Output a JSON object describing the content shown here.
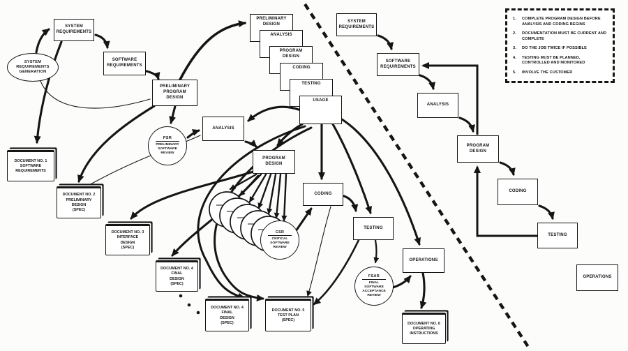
{
  "colors": {
    "ink": "#151515",
    "paper": "#fcfcfa"
  },
  "left_flow": {
    "generation": "SYSTEM\nREQUIREMENTS\nGENERATION",
    "system_requirements": "SYSTEM\nREQUIREMENTS",
    "software_requirements": "SOFTWARE\nREQUIREMENTS",
    "preliminary_program_design": "PRELIMINARY\nPROGRAM\nDESIGN",
    "analysis": "ANALYSIS",
    "program_design": "PROGRAM\nDESIGN",
    "coding": "CODING",
    "testing": "TESTING",
    "operations": "OPERATIONS"
  },
  "cascade": {
    "boxes": [
      "PRELIMINARY\nDESIGN",
      "ANALYSIS",
      "PROGRAM\nDESIGN",
      "CODING",
      "TESTING",
      "USAGE"
    ]
  },
  "reviews": {
    "psr": {
      "abbr": "PSR",
      "label": "PRELIMINARY\nSOFTWARE\nREVIEW"
    },
    "csr": {
      "abbr": "CSR",
      "label": "CRITICAL\nSOFTWARE\nREVIEW"
    },
    "fsar": {
      "abbr": "FSAR",
      "label": "FINAL\nSOFTWARE\nACCEPTANCE\nREVIEW"
    }
  },
  "documents": {
    "doc1": "DOCUMENT NO. 1\nSOFTWARE\nREQUIREMENTS",
    "doc2": "DOCUMENT NO. 2\nPRELIMINARY\nDESIGN\n(SPEC)",
    "doc3": "DOCUMENT NO. 3\nINTERFACE\nDESIGN\n(SPEC)",
    "doc4a": "DOCUMENT NO. 4\nFINAL\nDESIGN\n(SPEC)",
    "doc4b": "DOCUMENT NO. 4\nFINAL\nDESIGN\n(SPEC)",
    "doc5": "DOCUMENT NO. 5\nTEST PLAN\n(SPEC)",
    "doc6": "DOCUMENT NO. 6\nOPERATING\nINSTRUCTIONS"
  },
  "right_flow": {
    "system_requirements": "SYSTEM\nREQUIREMENTS",
    "software_requirements": "SOFTWARE\nREQUIREMENTS",
    "analysis": "ANALYSIS",
    "program_design": "PROGRAM\nDESIGN",
    "coding": "CODING",
    "testing": "TESTING",
    "operations": "OPERATIONS"
  },
  "legend": {
    "items": [
      {
        "num": "1.",
        "text": "COMPLETE PROGRAM DESIGN BEFORE ANALYSIS AND CODING BEGINS"
      },
      {
        "num": "2.",
        "text": "DOCUMENTATION MUST BE CURRENT AND COMPLETE"
      },
      {
        "num": "3.",
        "text": "DO THE JOB TWICE IF POSSIBLE"
      },
      {
        "num": "4.",
        "text": "TESTING MUST BE PLANNED, CONTROLLED AND MONITORED"
      },
      {
        "num": "5.",
        "text": "INVOLVE THE CUSTOMER"
      }
    ]
  }
}
